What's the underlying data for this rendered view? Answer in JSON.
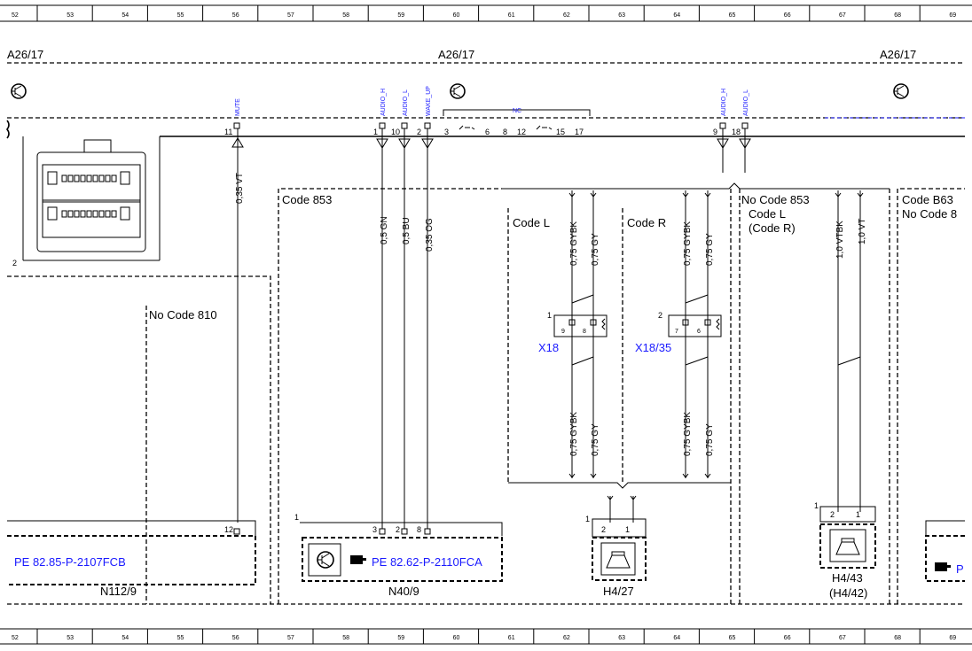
{
  "grid": {
    "columns": [
      "52",
      "53",
      "54",
      "55",
      "56",
      "57",
      "58",
      "59",
      "60",
      "61",
      "62",
      "63",
      "64",
      "65",
      "66",
      "67",
      "68",
      "69"
    ]
  },
  "components": {
    "a26_left": "A26/17",
    "a26_center": "A26/17",
    "a26_right": "A26/17",
    "a26_left_pin": "2",
    "n112": "N112/9",
    "n40": "N40/9",
    "n40_pin": "1",
    "h427": "H4/27",
    "h427_pin": "1",
    "h443": "H4/43",
    "h442": "(H4/42)",
    "h443_pin": "1",
    "x18": "X18",
    "x18_pin": "1",
    "x1835": "X18/35",
    "x1835_pin": "2"
  },
  "codes": {
    "code853": "Code 853",
    "no_code810": "No Code 810",
    "code_l": "Code L",
    "code_r": "Code R",
    "no_code853": "No Code 853",
    "no_code853_l": "Code L",
    "no_code853_r": "(Code R)",
    "code_b63": "Code B63",
    "no_code8": "No Code 8"
  },
  "references": {
    "n112_ref": "PE 82.85-P-2107FCB",
    "n40_ref": "PE 82.62-P-2110FCA",
    "right_ref": "P"
  },
  "signals": {
    "mute": "MUTE",
    "audio_h": "AUDIO_H",
    "audio_l": "AUDIO_L",
    "wake_up": "WAKE_UP",
    "nc": "NC",
    "audio_h2": "AUDIO_H",
    "audio_l2": "AUDIO_L"
  },
  "pins": {
    "p11": "11",
    "p1": "1",
    "p10": "10",
    "p2": "2",
    "p3": "3",
    "p6": "6",
    "p8": "8",
    "p12": "12",
    "p15": "15",
    "p17": "17",
    "p9": "9",
    "p18": "18",
    "n112_p12": "12",
    "n40_p3": "3",
    "n40_p2": "2",
    "n40_p8": "8",
    "h427_p2": "2",
    "h427_p1": "1",
    "h443_p2": "2",
    "h443_p1": "1",
    "x18_p9": "9",
    "x18_p8": "8",
    "x1835_p7": "7",
    "x1835_p6": "6"
  },
  "wires": {
    "w_mute": "0,35 VT",
    "w_gn": "0,5 GN",
    "w_bu": "0,5 BU",
    "w_og": "0,35 OG",
    "w_l_gybk_top": "0,75 GYBK",
    "w_l_gy_top": "0,75 GY",
    "w_r_gybk_top": "0,75 GYBK",
    "w_r_gy_top": "0,75 GY",
    "w_l_gybk_bot": "0,75 GYBK",
    "w_l_gy_bot": "0,75 GY",
    "w_r_gybk_bot": "0,75 GYBK",
    "w_r_gy_bot": "0,75 GY",
    "w_vtbk": "1,0 VTBK",
    "w_vt": "1,0 VT"
  },
  "colors": {
    "line": "#000000",
    "link": "#1a1aff"
  },
  "icons": [
    "transistor-icon",
    "book-pointer-icon",
    "speaker-icon",
    "connector-icon"
  ]
}
